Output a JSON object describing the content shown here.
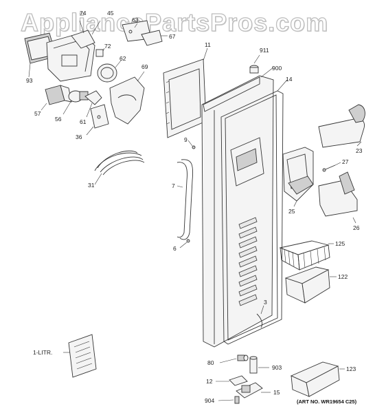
{
  "watermark": "AppliancePartsPros.com",
  "art_number": "(ART NO. WR19654 C25)",
  "callouts": {
    "c74": "74",
    "c45": "45",
    "c63": "63",
    "c67": "67",
    "c72": "72",
    "c62": "62",
    "c69": "69",
    "c93": "93",
    "c57": "57",
    "c56": "56",
    "c61": "61",
    "c36": "36",
    "c11": "11",
    "c911": "911",
    "c900": "900",
    "c14": "14",
    "c9": "9",
    "c31": "31",
    "c7": "7",
    "c6": "6",
    "c23": "23",
    "c27": "27",
    "c25": "25",
    "c26": "26",
    "c125": "125",
    "c122": "122",
    "c3": "3",
    "c1litr": "1-LITR.",
    "c80": "80",
    "c903": "903",
    "c12": "12",
    "c123": "123",
    "c15": "15",
    "c904": "904"
  }
}
